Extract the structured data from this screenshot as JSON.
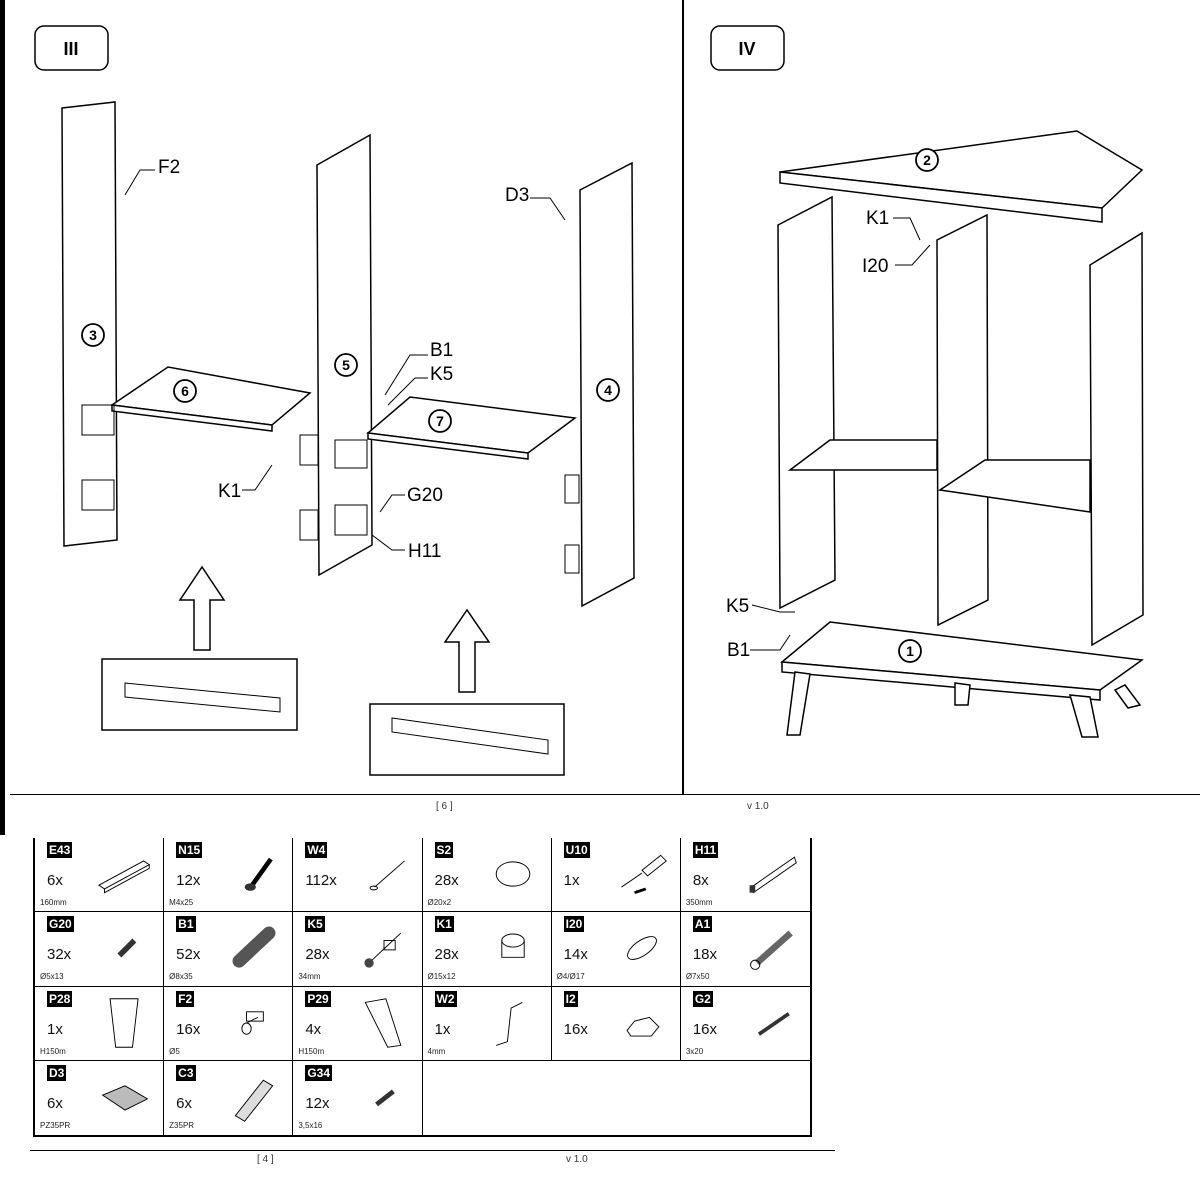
{
  "steps": {
    "step3": {
      "title": "III",
      "labels": {
        "F2": "F2",
        "D3": "D3",
        "B1": "B1",
        "K5": "K5",
        "K1": "K1",
        "G20": "G20",
        "H11": "H11"
      },
      "panels": [
        "3",
        "5",
        "4",
        "6",
        "7"
      ]
    },
    "step4": {
      "title": "IV",
      "labels": {
        "K1": "K1",
        "I20": "I20",
        "K5": "K5",
        "B1": "B1"
      },
      "panels": [
        "2",
        "1"
      ]
    }
  },
  "footer_top": {
    "page": "[ 6 ]",
    "version": "v 1.0"
  },
  "parts": [
    {
      "code": "E43",
      "qty": "6x",
      "spec": "160mm",
      "icon": "handle-icon"
    },
    {
      "code": "N15",
      "qty": "12x",
      "spec": "M4x25",
      "icon": "bolt-icon"
    },
    {
      "code": "W4",
      "qty": "112x",
      "spec": "",
      "icon": "nail-icon"
    },
    {
      "code": "S2",
      "qty": "28x",
      "spec": "Ø20x2",
      "icon": "cap-icon"
    },
    {
      "code": "U10",
      "qty": "1x",
      "spec": "",
      "icon": "screwdriver-icon"
    },
    {
      "code": "H11",
      "qty": "8x",
      "spec": "350mm",
      "icon": "rail-icon"
    },
    {
      "code": "G20",
      "qty": "32x",
      "spec": "Ø5x13",
      "icon": "screw-icon"
    },
    {
      "code": "B1",
      "qty": "52x",
      "spec": "Ø8x35",
      "icon": "dowel-icon"
    },
    {
      "code": "K5",
      "qty": "28x",
      "spec": "34mm",
      "icon": "cam-bolt-icon"
    },
    {
      "code": "K1",
      "qty": "28x",
      "spec": "Ø15x12",
      "icon": "cam-lock-icon"
    },
    {
      "code": "I20",
      "qty": "14x",
      "spec": "Ø4/Ø17",
      "icon": "ring-icon"
    },
    {
      "code": "A1",
      "qty": "18x",
      "spec": "Ø7x50",
      "icon": "anchor-icon"
    },
    {
      "code": "P28",
      "qty": "1x",
      "spec": "H150m",
      "icon": "leg-icon"
    },
    {
      "code": "F2",
      "qty": "16x",
      "spec": "Ø5",
      "icon": "shelf-pin-icon"
    },
    {
      "code": "P29",
      "qty": "4x",
      "spec": "H150m",
      "icon": "angled-leg-icon"
    },
    {
      "code": "W2",
      "qty": "1x",
      "spec": "4mm",
      "icon": "hex-key-icon"
    },
    {
      "code": "I2",
      "qty": "16x",
      "spec": "",
      "icon": "bracket-icon"
    },
    {
      "code": "G2",
      "qty": "16x",
      "spec": "3x20",
      "icon": "screw-icon"
    },
    {
      "code": "D3",
      "qty": "6x",
      "spec": "PZ35PR",
      "icon": "hinge-plate-icon"
    },
    {
      "code": "C3",
      "qty": "6x",
      "spec": "Z35PR",
      "icon": "hinge-icon"
    },
    {
      "code": "G34",
      "qty": "12x",
      "spec": "3,5x16",
      "icon": "screw-icon"
    }
  ],
  "footer_bottom": {
    "page": "[ 4 ]",
    "version": "v 1.0"
  }
}
